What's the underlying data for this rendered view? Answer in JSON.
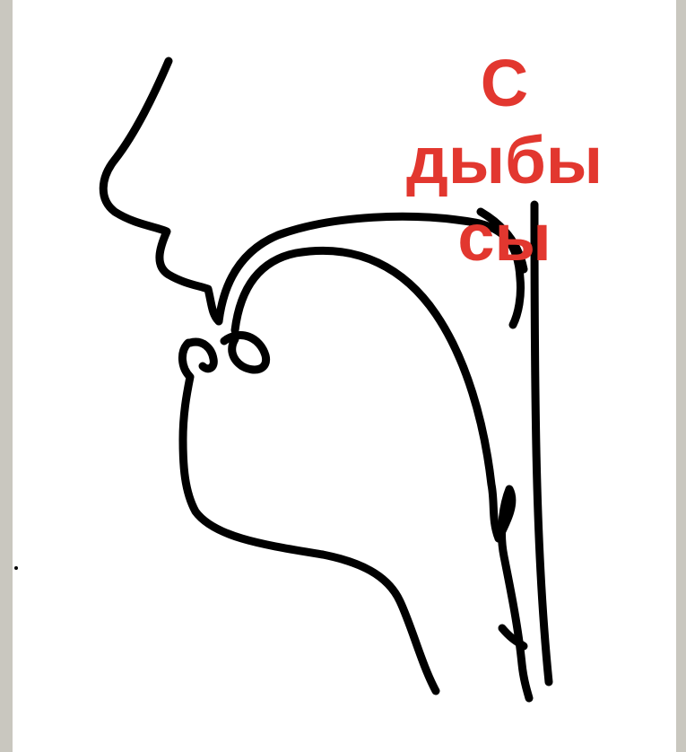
{
  "caption": {
    "line1": "С",
    "line2": "дыбы",
    "line3": "сы"
  },
  "colors": {
    "background": "#c9c7bf",
    "panel": "#ffffff",
    "stroke": "#000000",
    "caption": "#e2372f"
  }
}
